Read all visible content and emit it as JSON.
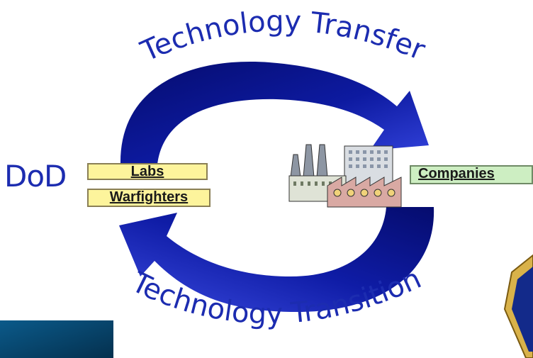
{
  "diagram": {
    "top_label": "Technology Transfer",
    "bottom_label": "Technology Transition",
    "left_entity": {
      "title": "DoD",
      "items": [
        "Labs",
        "Warfighters"
      ]
    },
    "right_entity": {
      "label": "Companies",
      "icon": "factory-icon"
    }
  },
  "colors": {
    "arrow_dark": "#060e7a",
    "arrow_mid": "#1c2cb0",
    "arrow_light": "#3f4fe0",
    "label_text": "#1c2cb0",
    "box_yellow": "#fdf49c",
    "box_green": "#cdeec2"
  },
  "decorations": {
    "corner_banner": "corner-banner",
    "emblem": "emblem-icon"
  }
}
